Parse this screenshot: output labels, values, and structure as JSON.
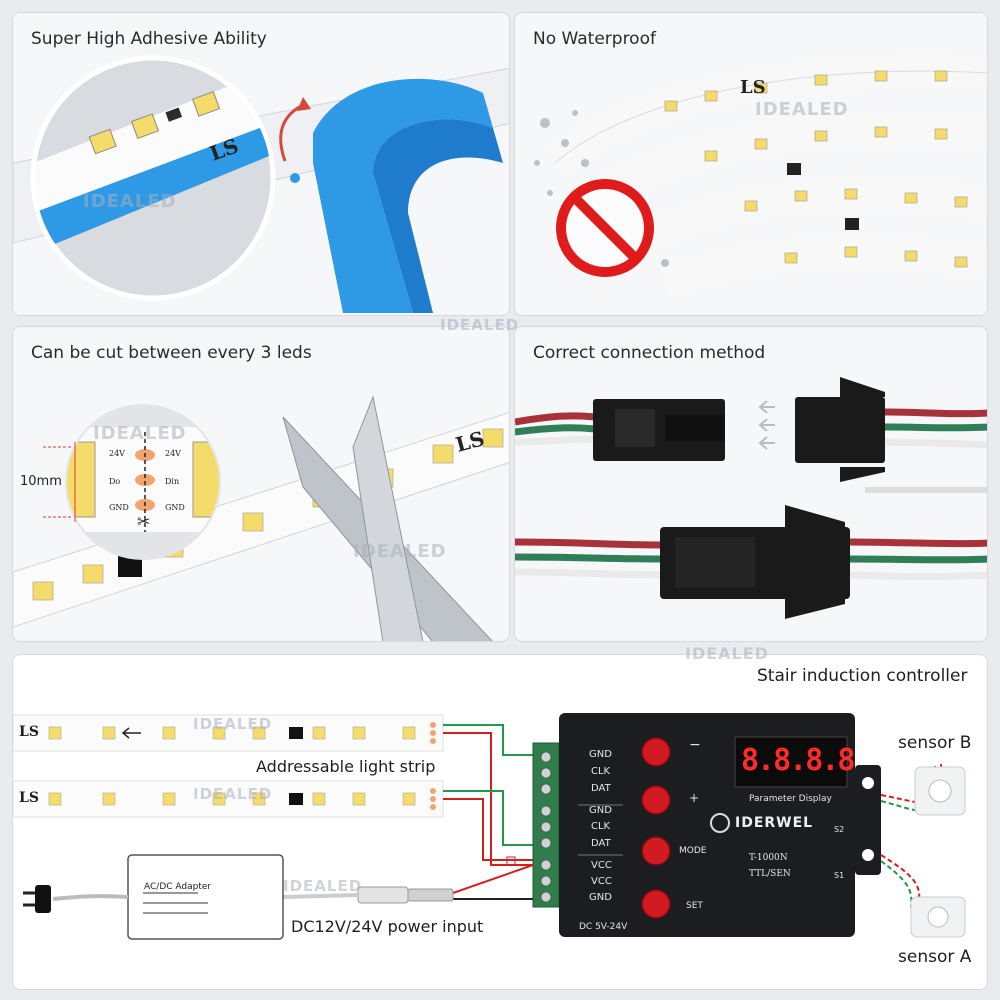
{
  "watermark": "IDEALED",
  "panels": {
    "adhesive": {
      "title": "Super High Adhesive Ability",
      "strip_text": "LS"
    },
    "waterproof": {
      "title": "No Waterproof",
      "strip_text": "LS"
    },
    "cut": {
      "title": "Can be cut between every 3 leds",
      "dimension": "10mm",
      "pads_left": [
        "24V",
        "Do",
        "GND"
      ],
      "pads_right": [
        "24V",
        "Din",
        "GND"
      ],
      "strip_text": "LS"
    },
    "connection": {
      "title": "Correct connection method"
    }
  },
  "wiring": {
    "title": "Stair induction controller",
    "strip_label": "Addressable light strip",
    "power_label": "DC12V/24V power input",
    "adapter_label": "AC/DC Adapter",
    "sensor_b": "sensor B",
    "sensor_a": "sensor A",
    "controller": {
      "brand": "IDERWEL",
      "display": "8.8.8.8",
      "display_caption": "Parameter Display",
      "model": "T-1000N",
      "mode": "TTL/SEN",
      "supply": "DC 5V-24V",
      "terminals": [
        "GND",
        "CLK",
        "DAT",
        "GND",
        "CLK",
        "DAT",
        "VCC",
        "VCC",
        "GND"
      ],
      "buttons": [
        "−",
        "+",
        "MODE",
        "SET"
      ],
      "ports": [
        "S2",
        "S1"
      ]
    },
    "strip_text": "LS"
  },
  "colors": {
    "wire_red": "#d41f1f",
    "wire_green": "#1f9a4a",
    "wire_black": "#222222",
    "controller": "#1b1d21",
    "button": "#d11a22",
    "display_digits": "#ff2a2a",
    "terminal_block": "#2f7d4a",
    "tape_blue": "#2e9ae6",
    "led_yellow": "#f5dc6a"
  }
}
